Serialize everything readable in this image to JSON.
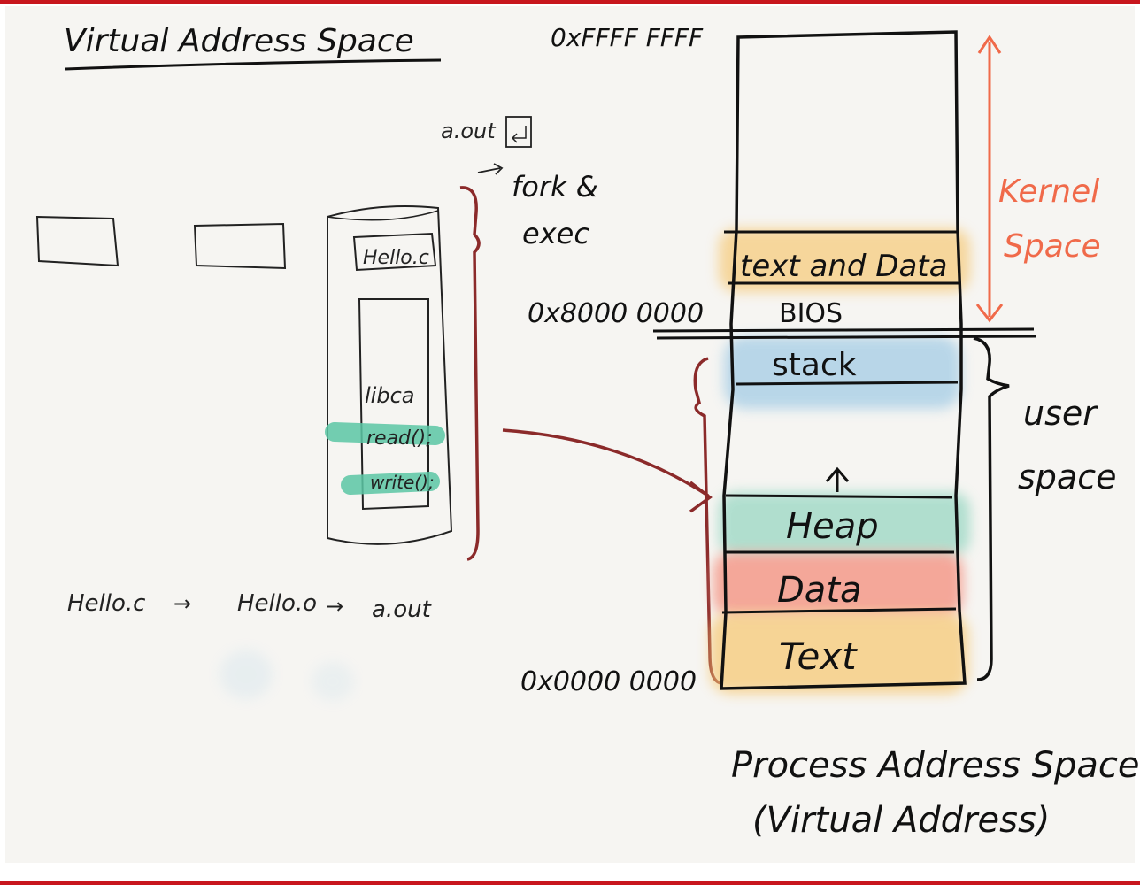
{
  "left": {
    "title": "Virtual Address Space",
    "object_file_label": "Hello.c",
    "lib_label": "libca",
    "read_label": "read();",
    "write_label": "write();",
    "aout_label": "a.out",
    "fork_label": "fork &",
    "exec_label": "exec",
    "pipeline": [
      "Hello.c",
      "→",
      "Hello.o",
      "→",
      "a.out"
    ]
  },
  "addresses": {
    "top": "0xFFFF FFFF",
    "kernel_boundary": "0x8000 0000",
    "bottom": "0x0000 0000"
  },
  "segments": [
    {
      "label": "text and Data",
      "color": "#f6c977"
    },
    {
      "label": "BIOS",
      "color": ""
    },
    {
      "label": "stack",
      "color": "#a9cfe6"
    },
    {
      "label": "Heap",
      "color": "#9fd9c6"
    },
    {
      "label": "Data",
      "color": "#f49a8a"
    },
    {
      "label": "Text",
      "color": "#f6c977"
    }
  ],
  "regions": {
    "kernel": "Kernel Space",
    "kernel_color": "#f06a4a",
    "user": "user space"
  },
  "caption": {
    "line1": "Process Address Space",
    "line2": "(Virtual Address)"
  }
}
